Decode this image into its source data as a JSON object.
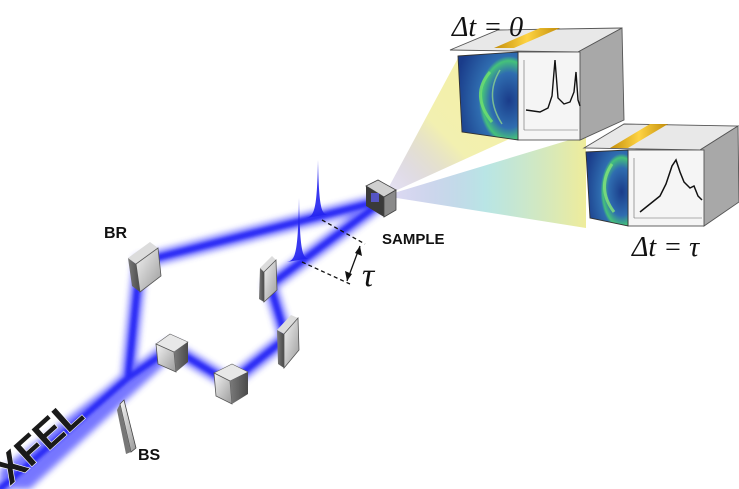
{
  "labels": {
    "source": "XFEL",
    "beam_splitter": "BS",
    "beam_reflector": "BR",
    "sample": "SAMPLE",
    "delay_symbol": "τ",
    "detector_top": "Δt = 0",
    "detector_bottom": "Δt = τ"
  },
  "colors": {
    "beam": "#3a3aff",
    "beam_core": "#2020ee",
    "scatter_yellow": "#f2ea7a",
    "scatter_teal": "#7fd0d0",
    "scatter_purple": "#6a55c8",
    "detector_stripe": "#e0b000",
    "mirror_gray": "#b8b8b8"
  }
}
